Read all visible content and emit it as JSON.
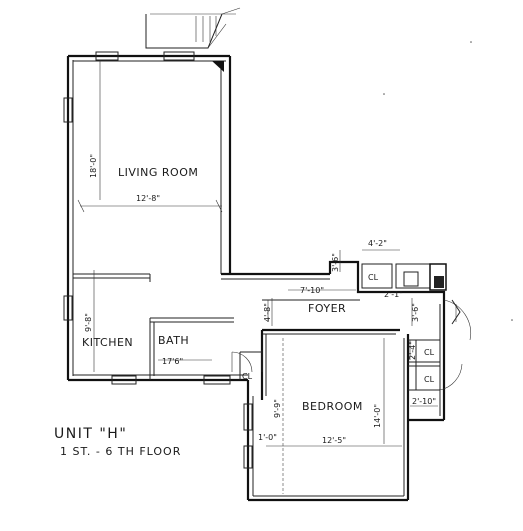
{
  "rooms": {
    "living_room": "LIVING ROOM",
    "kitchen": "KITCHEN",
    "bath": "BATH",
    "foyer": "FOYER",
    "bedroom": "BEDROOM"
  },
  "dimensions": {
    "living_length": "18'-0\"",
    "living_width": "12'-8\"",
    "kitchen_length": "9'-8\"",
    "bath_width": "17'6\"",
    "foyer_width": "7'-10\"",
    "closet_top_width": "4'-2\"",
    "closet_top_depth": "3'-6\"",
    "foyer_depth": "4'-8\"",
    "entry_depth": "3'-6\"",
    "closet_small_depth": "2'-4\"",
    "closet_right_width": "2'-10\"",
    "closet_dim_1": "2'-1\"",
    "bedroom_depth": "14'-0\"",
    "bedroom_width": "12'-5\"",
    "hall_depth": "9'-9\"",
    "hall_width": "1'-0\""
  },
  "closets": {
    "label": "CL"
  },
  "caption": {
    "unit": "UNIT \"H\"",
    "floor": "1 ST. - 6 TH FLOOR"
  }
}
